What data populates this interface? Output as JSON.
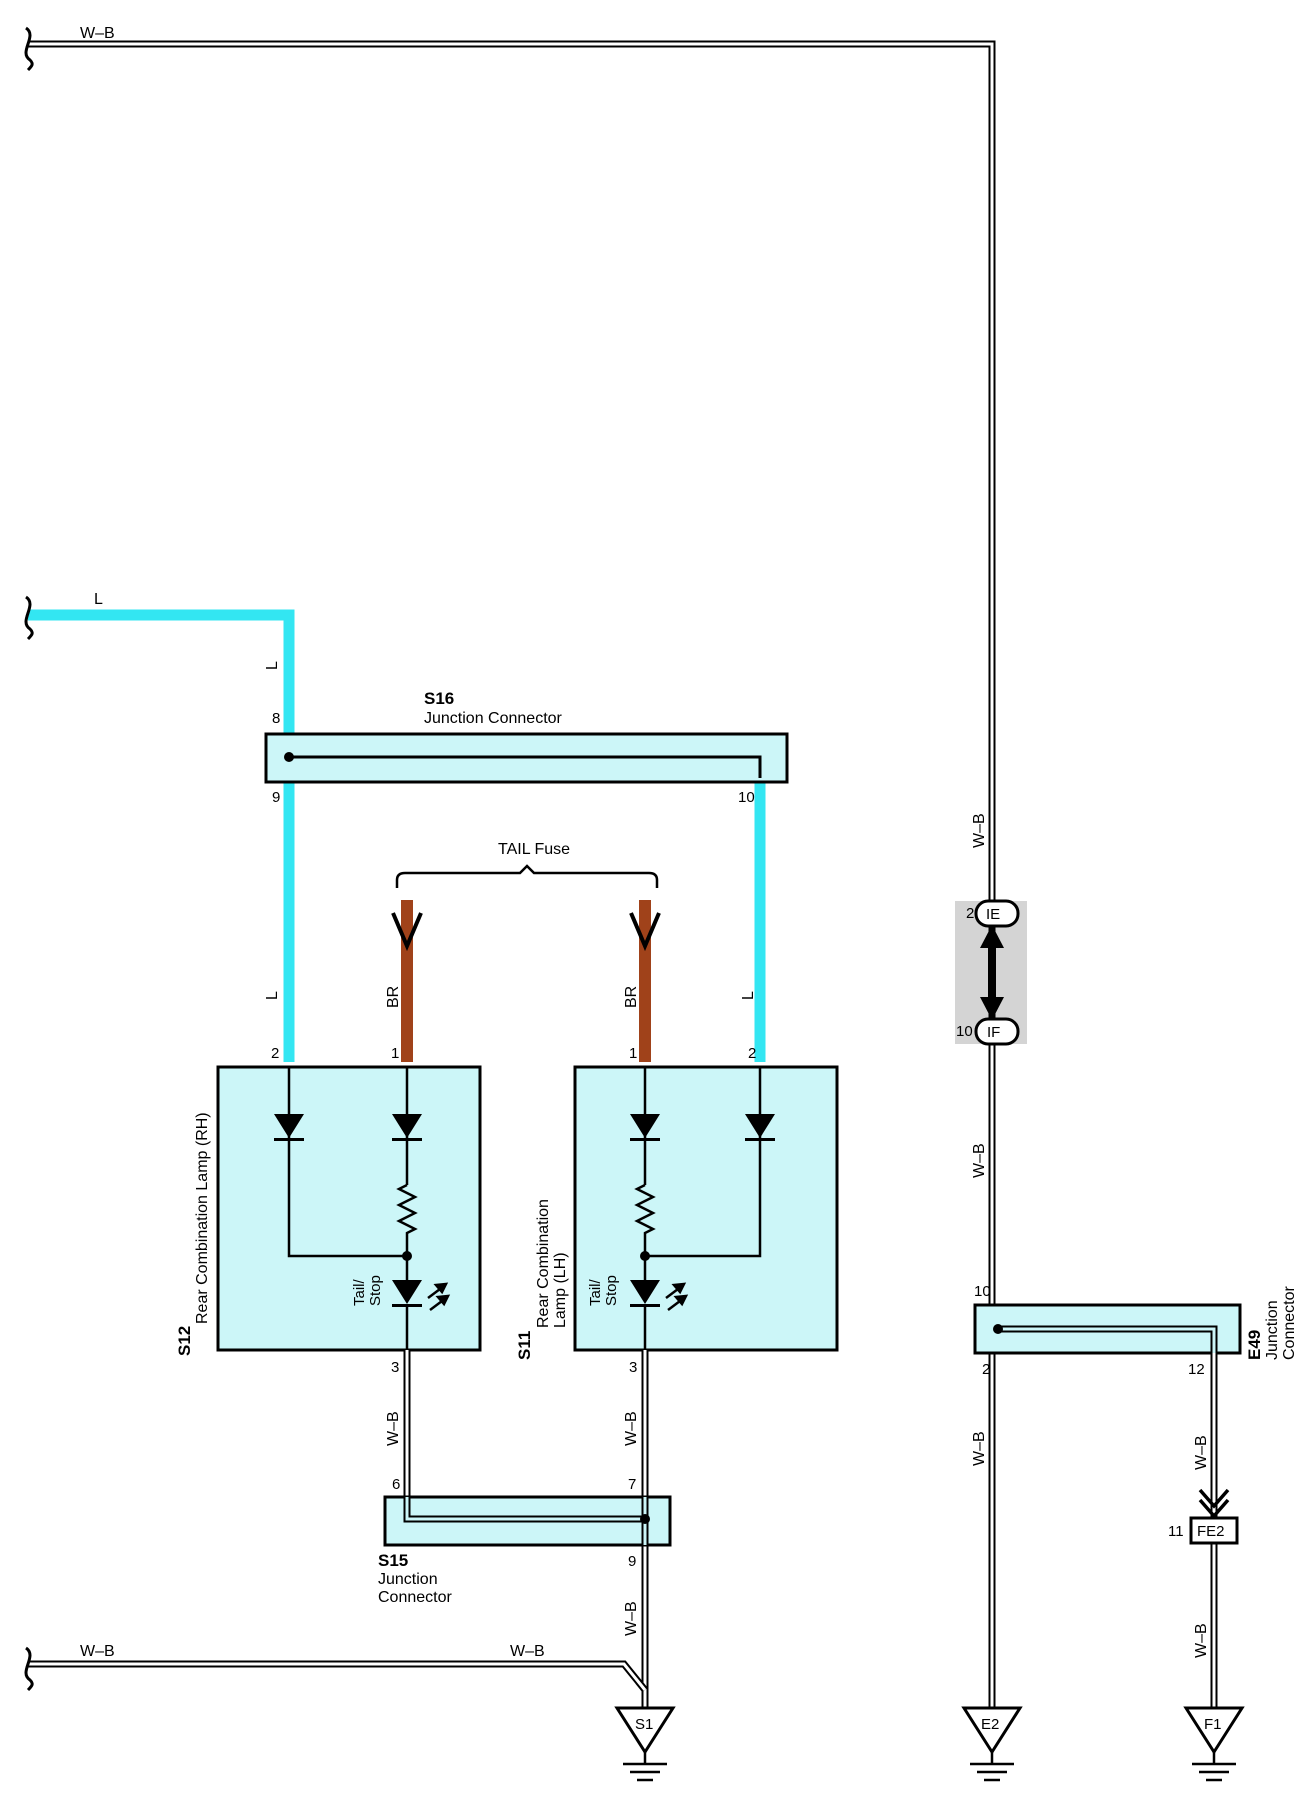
{
  "wires": {
    "top_wb": "W–B",
    "top_l": "L",
    "l_vert_1": "L",
    "l_vert_2": "L",
    "l_vert_3": "L",
    "br_1": "BR",
    "br_2": "BR",
    "wb_s12": "W–B",
    "wb_s11": "W–B",
    "wb_s15_out": "W–B",
    "wb_bottom_left": "W–B",
    "wb_bottom_mid": "W–B",
    "wb_right_1": "W–B",
    "wb_right_2": "W–B",
    "wb_right_3": "W–B",
    "wb_e49_out": "W–B",
    "wb_fe2_out": "W–B"
  },
  "s16": {
    "code": "S16",
    "name": "Junction Connector",
    "pin_in": "8",
    "pin_left": "9",
    "pin_right": "10"
  },
  "tail_fuse": "TAIL Fuse",
  "s12": {
    "code": "S12",
    "name": "Rear Combination Lamp (RH)",
    "pin_l": "2",
    "pin_br": "1",
    "pin_out": "3",
    "bulb_line1": "Tail/",
    "bulb_line2": "Stop"
  },
  "s11": {
    "code": "S11",
    "name_line1": "Rear Combination",
    "name_line2": "Lamp (LH)",
    "pin_br": "1",
    "pin_l": "2",
    "pin_out": "3",
    "bulb_line1": "Tail/",
    "bulb_line2": "Stop"
  },
  "s15": {
    "code": "S15",
    "name_line1": "Junction",
    "name_line2": "Connector",
    "pin_6": "6",
    "pin_7": "7",
    "pin_9": "9"
  },
  "ie_if": {
    "pin_ie": "2",
    "label_ie": "IE",
    "pin_if": "10",
    "label_if": "IF"
  },
  "e49": {
    "code": "E49",
    "name_line1": "Junction",
    "name_line2": "Connector",
    "pin_in": "10",
    "pin_left": "2",
    "pin_right": "12"
  },
  "fe2": {
    "pin": "11",
    "label": "FE2"
  },
  "grounds": {
    "s1": "S1",
    "e2": "E2",
    "f1": "F1"
  },
  "colors": {
    "blue_wire": "#33e6f2",
    "brown_wire": "#a0421a",
    "component_fill": "#ccf6f8",
    "shade": "#d4d4d4"
  }
}
